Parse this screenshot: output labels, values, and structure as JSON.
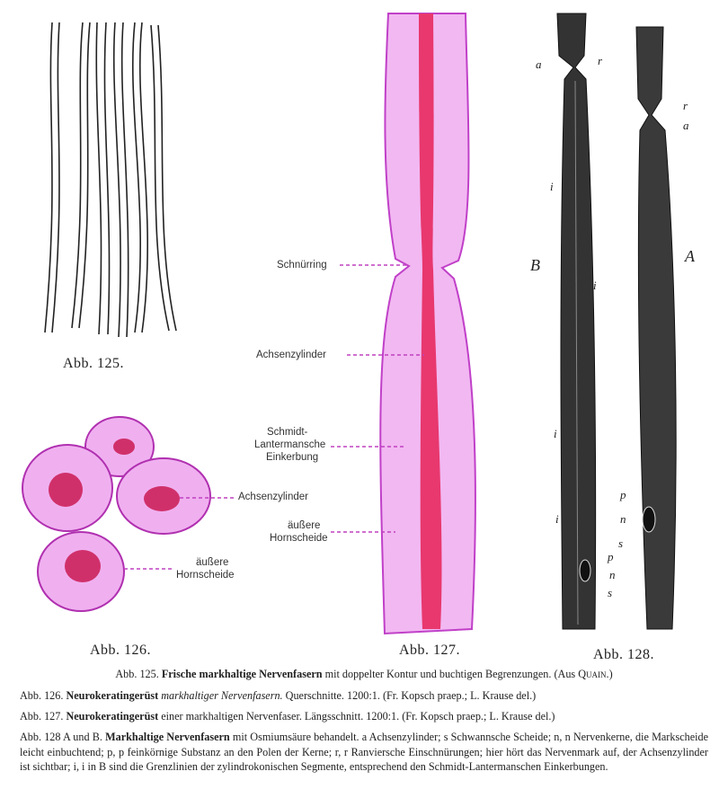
{
  "figures": {
    "fig125": {
      "label": "Abb. 125."
    },
    "fig126": {
      "label": "Abb. 126.",
      "annotations": [
        "Achsenzylinder",
        "äußere",
        "Hornscheide"
      ]
    },
    "fig127": {
      "label": "Abb. 127.",
      "annotations": [
        "Schnürring",
        "Achsenzylinder",
        "Schmidt-",
        "Lantermansche",
        "Einkerbung",
        "äußere",
        "Hornscheide"
      ]
    },
    "fig128": {
      "label": "Abb. 128.",
      "panel_B": "B",
      "panel_A": "A",
      "letters": [
        "a",
        "r",
        "r",
        "a",
        "i",
        "i",
        "i",
        "i",
        "p",
        "n",
        "s",
        "p",
        "n",
        "s"
      ]
    }
  },
  "captions": {
    "c125": {
      "num": "Abb. 125.",
      "bold": "Frische markhaltige Nervenfasern",
      "rest": " mit doppelter Kontur und buchtigen Begrenzungen. (Aus ",
      "sc": "Quain",
      "end": ".)"
    },
    "c126": {
      "num": "Abb. 126.",
      "bold": "Neurokeratingerüst",
      "italic": " markhaltiger Nervenfasern.",
      "rest": " Querschnitte. 1200:1. (Fr. Kopsch praep.; L. Krause del.)"
    },
    "c127": {
      "num": "Abb. 127.",
      "bold": "Neurokeratingerüst",
      "rest": " einer markhaltigen Nervenfaser. Längsschnitt. 1200:1. (Fr. Kopsch praep.; L. Krause del.)"
    },
    "c128": {
      "num": "Abb. 128 A und B.",
      "bold": "Markhaltige Nervenfasern",
      "rest": " mit Osmiumsäure behandelt. a Achsenzylinder; s Schwannsche Scheide; n, n Nervenkerne, die Markscheide leicht einbuchtend; p, p feinkörnige Substanz an den Polen der Kerne; r, r Ranviersche Einschnürungen; hier hört das Nervenmark auf, der Achsenzylinder ist sichtbar; i, i in B sind die Grenzlinien der zylindrokonischen Segmente, entsprechend den Schmidt-Lantermanschen Einkerbungen."
    }
  },
  "colors": {
    "stain": "#e05ad8",
    "axon": "#e8386e",
    "ink": "#222222"
  }
}
